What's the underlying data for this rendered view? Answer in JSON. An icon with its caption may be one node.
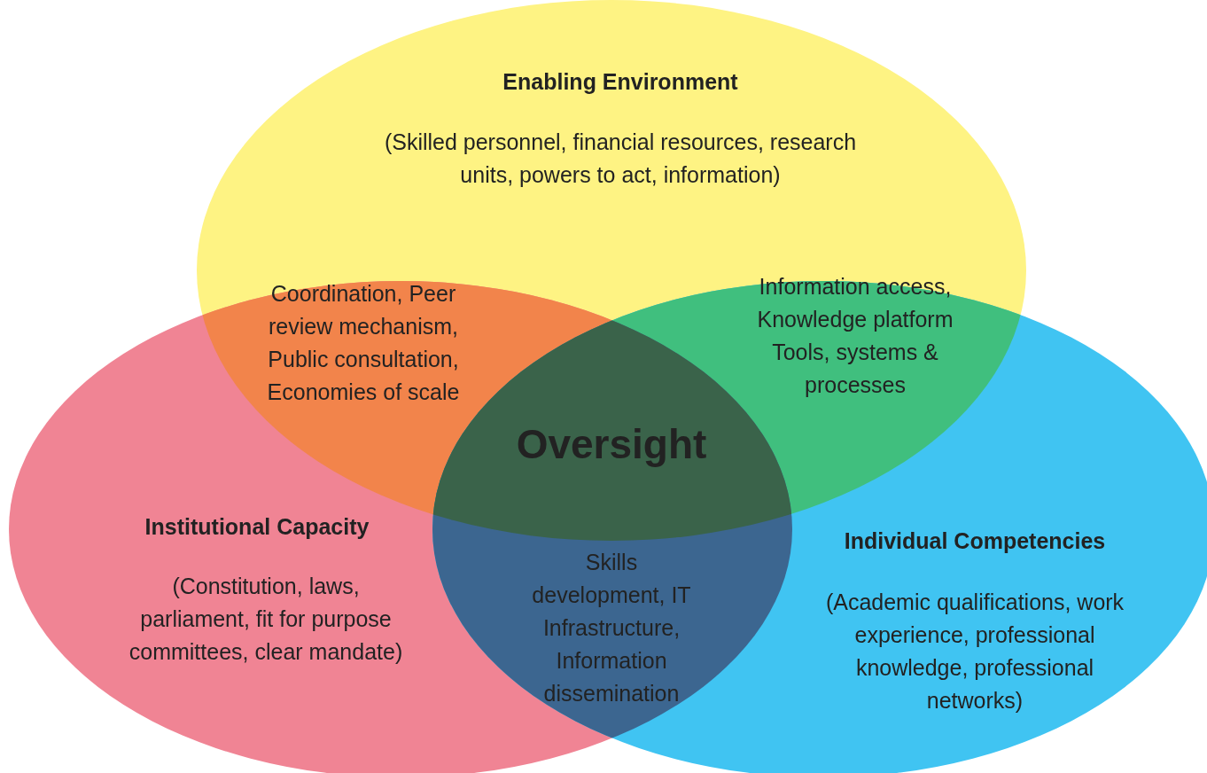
{
  "diagram": {
    "nodes": [
      {
        "text": [
          "Enabling Environment",
          "(Skilled personnel, financial resources, research units, powers to act, information)"
        ]
      },
      {
        "text": [
          "Institutional Capacity",
          "(Constitution, laws, parliament, fit for purpose committees, clear mandate)"
        ]
      },
      {
        "text": [
          "Individual Competencies",
          "(Academic qualifications, work experience, professional knowledge, professional networks)"
        ]
      },
      {
        "text": [
          "Coordination, Peer review mechanism, Public consultation, Economies of scale"
        ]
      },
      {
        "text": [
          "Information access, Knowledge platform Tools, systems & processes"
        ]
      },
      {
        "text": [
          "Skills development, IT Infrastructure, Information dissemination"
        ]
      },
      {
        "text": [
          "Oversight"
        ]
      }
    ]
  }
}
